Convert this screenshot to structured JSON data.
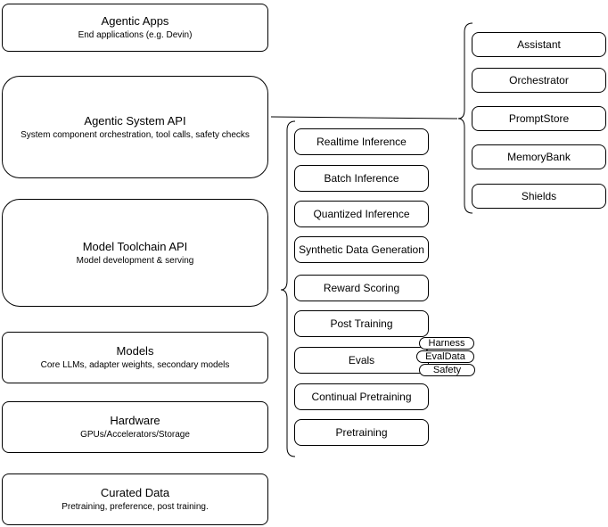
{
  "diagram": {
    "layers": [
      {
        "title": "Agentic Apps",
        "subtitle": "End applications (e.g. Devin)"
      },
      {
        "title": "Agentic System API",
        "subtitle": "System component orchestration, tool calls, safety checks"
      },
      {
        "title": "Model Toolchain API",
        "subtitle": "Model development & serving"
      },
      {
        "title": "Models",
        "subtitle": "Core LLMs, adapter weights, secondary models"
      },
      {
        "title": "Hardware",
        "subtitle": "GPUs/Accelerators/Storage"
      },
      {
        "title": "Curated Data",
        "subtitle": "Pretraining, preference, post training."
      }
    ],
    "toolchain": {
      "items": [
        "Realtime Inference",
        "Batch Inference",
        "Quantized Inference",
        "Synthetic Data Generation",
        "Reward Scoring",
        "Post Training",
        "Evals",
        "Continual Pretraining",
        "Pretraining"
      ]
    },
    "eval_tags": [
      "Harness",
      "EvalData",
      "Safety"
    ],
    "components": [
      "Assistant",
      "Orchestrator",
      "PromptStore",
      "MemoryBank",
      "Shields"
    ],
    "colors": {
      "stroke": "#000000",
      "fill": "#ffffff",
      "text": "#000000"
    }
  }
}
